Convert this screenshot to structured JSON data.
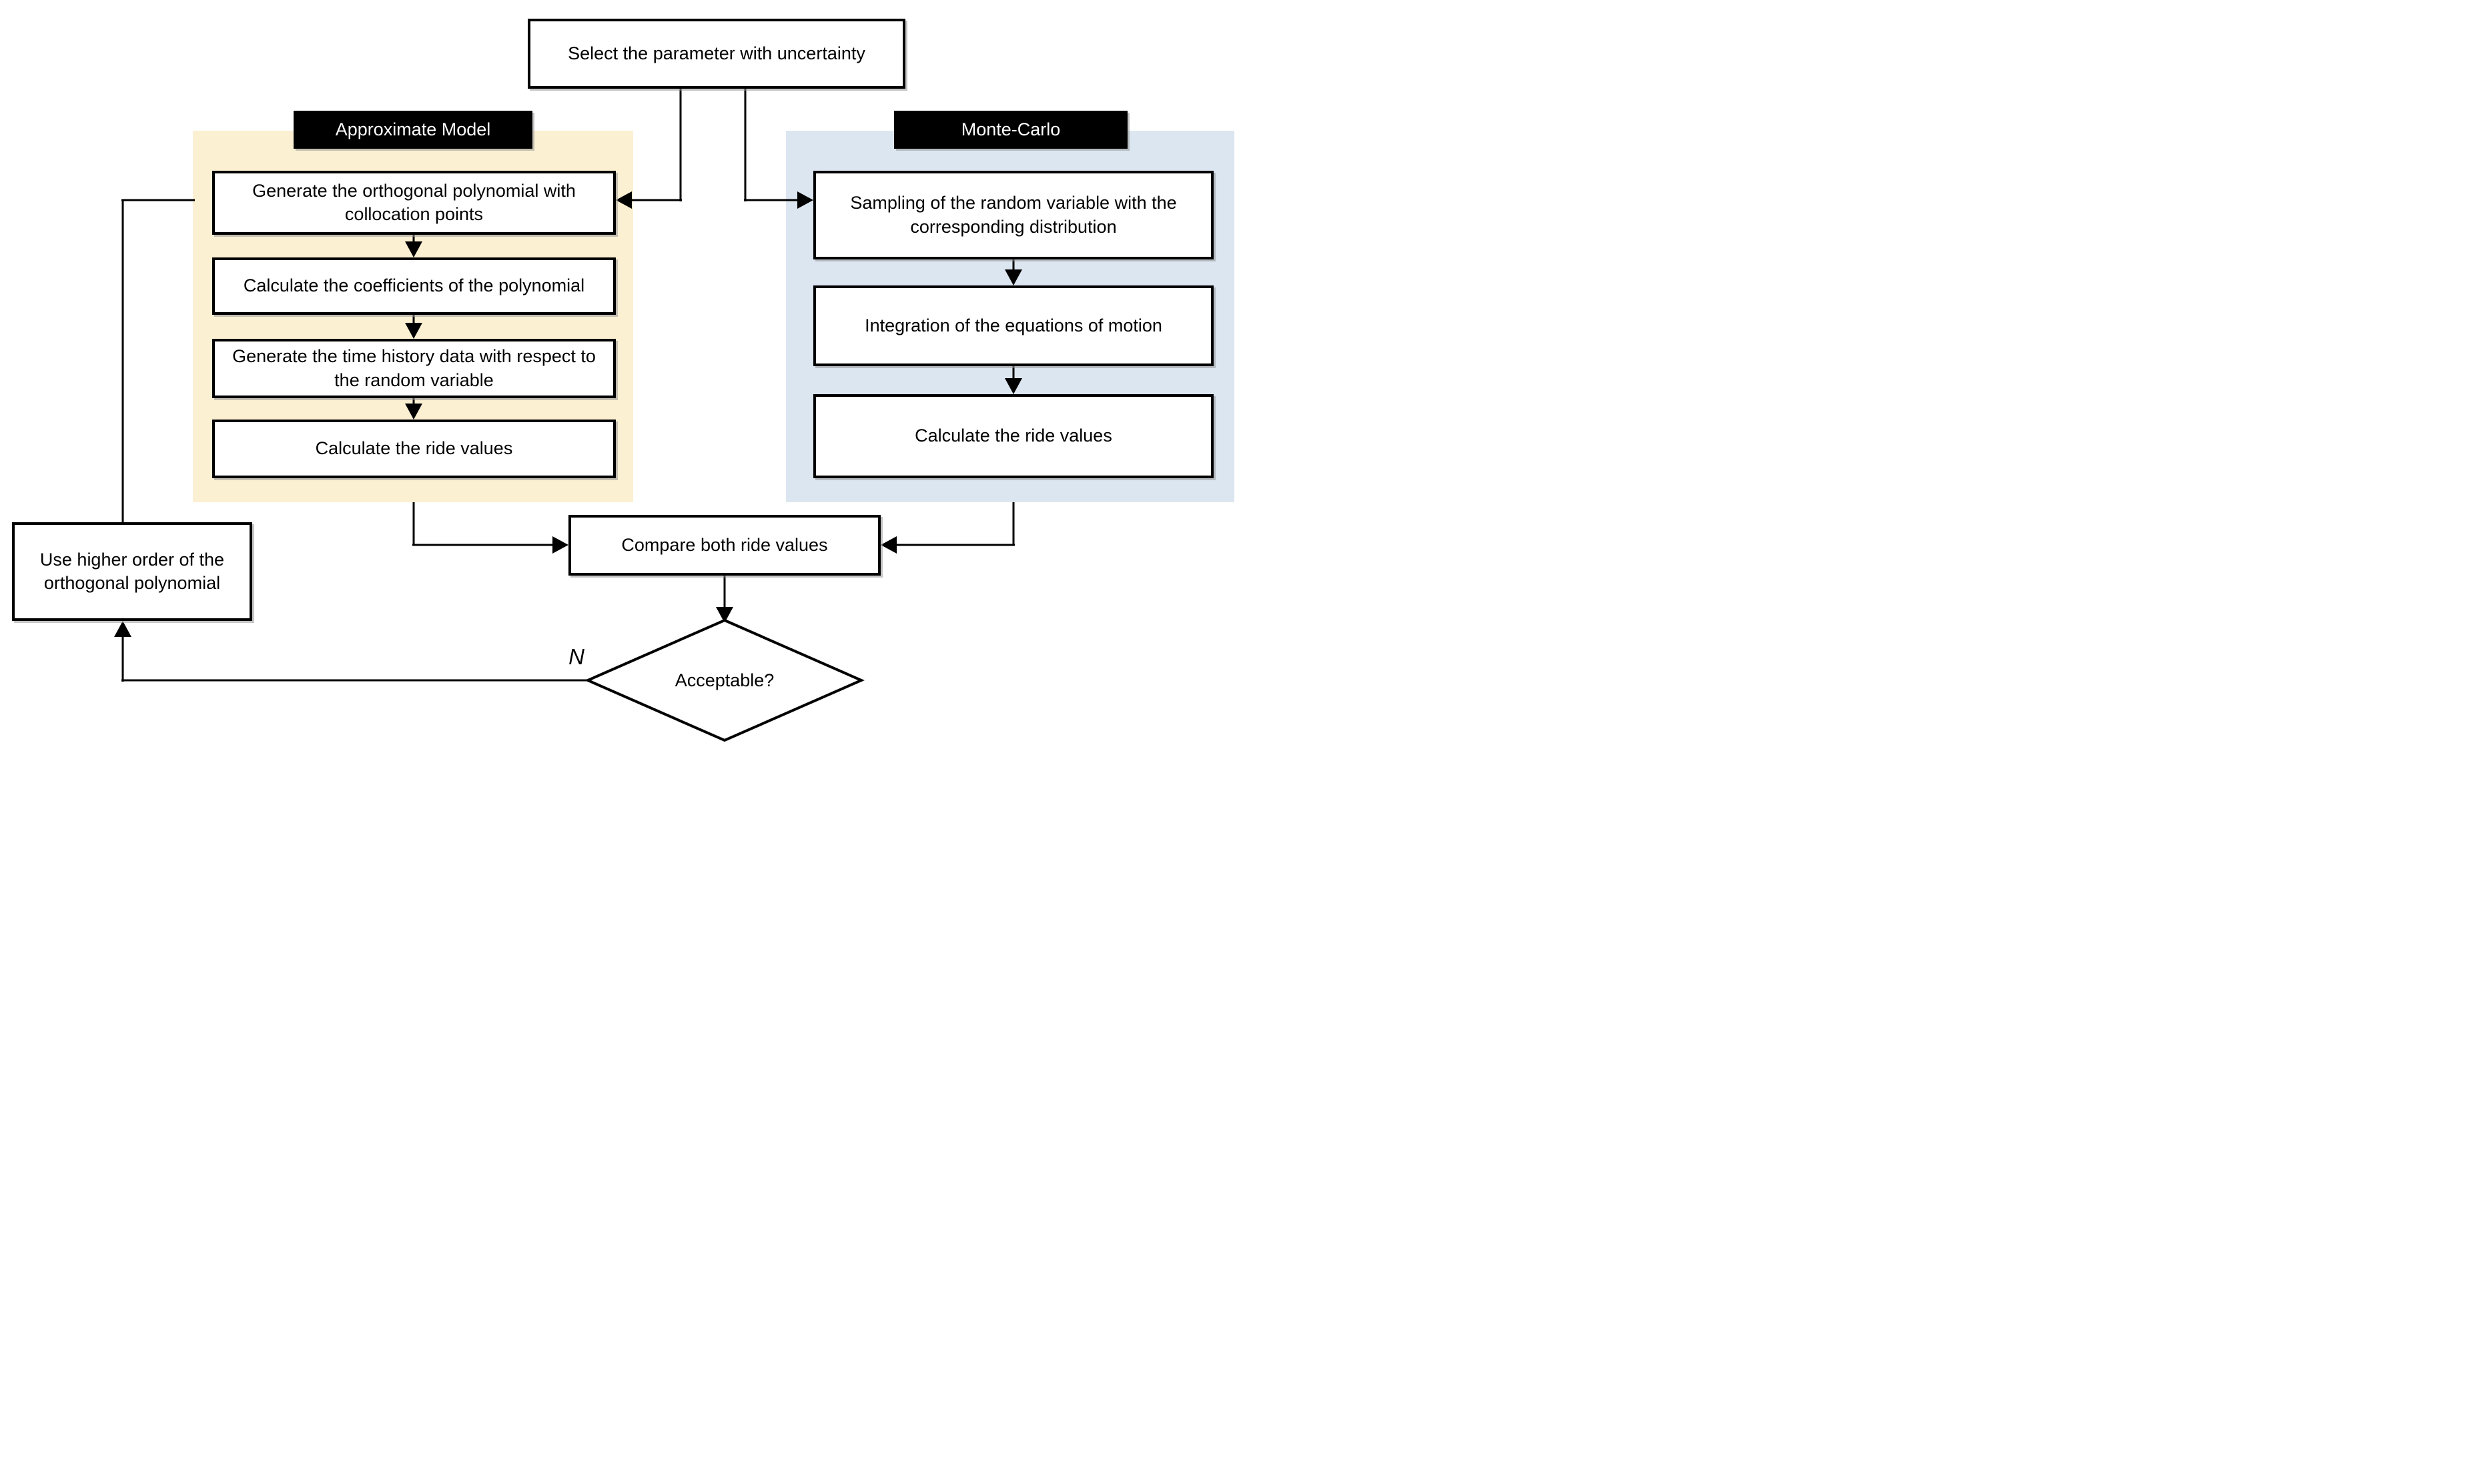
{
  "colors": {
    "background": "#FFFFFF",
    "line": "#000000",
    "node_background": "#FFFFFF",
    "node_border": "#000000",
    "approximate_panel": "#FBF0D2",
    "monte_carlo_panel": "#DCE6F1",
    "header_background": "#000000",
    "header_text": "#FFFFFF"
  },
  "nodes": {
    "start": "Select the parameter with uncertainty",
    "approximate_header": "Approximate Model",
    "monte_carlo_header": "Monte-Carlo",
    "approximate_steps": [
      "Generate the orthogonal polynomial with collocation points",
      "Calculate the coefficients of the polynomial",
      "Generate the time history data with respect to the random variable",
      "Calculate the ride values"
    ],
    "monte_carlo_steps": [
      "Sampling of the random variable with the corresponding distribution",
      "Integration of the equations of motion",
      "Calculate the ride values"
    ],
    "compare": "Compare both ride values",
    "decision": "Acceptable?",
    "decision_no": "N",
    "feedback": "Use higher order of the orthogonal polynomial"
  }
}
